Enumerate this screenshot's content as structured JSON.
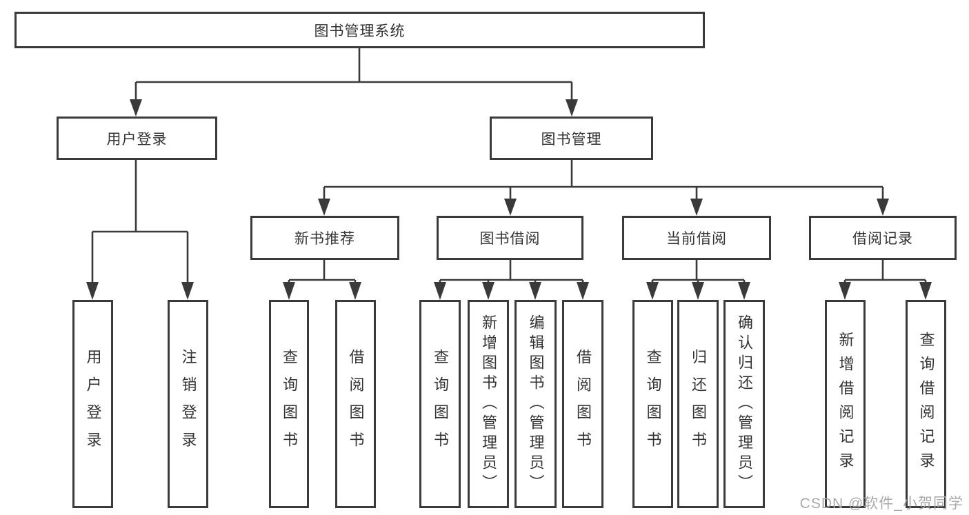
{
  "title": "图书管理系统",
  "branches": [
    {
      "label": "用户登录",
      "children": [
        "用户登录",
        "注销登录"
      ]
    },
    {
      "label": "图书管理",
      "sections": [
        {
          "label": "新书推荐",
          "children": [
            "查询图书",
            "借阅图书"
          ]
        },
        {
          "label": "图书借阅",
          "children": [
            "查询图书",
            "新增图书（管理员）",
            "编辑图书（管理员）",
            "借阅图书"
          ]
        },
        {
          "label": "当前借阅",
          "children": [
            "查询图书",
            "归还图书",
            "确认归还（管理员）"
          ]
        },
        {
          "label": "借阅记录",
          "children": [
            "新增借阅记录",
            "查询借阅记录"
          ]
        }
      ]
    }
  ],
  "watermark": "CSDN @软件_小贺同学",
  "colors": {
    "line": "#3a3a3a",
    "text": "#333333",
    "watermark": "#a9a9a9",
    "background": "#ffffff"
  }
}
